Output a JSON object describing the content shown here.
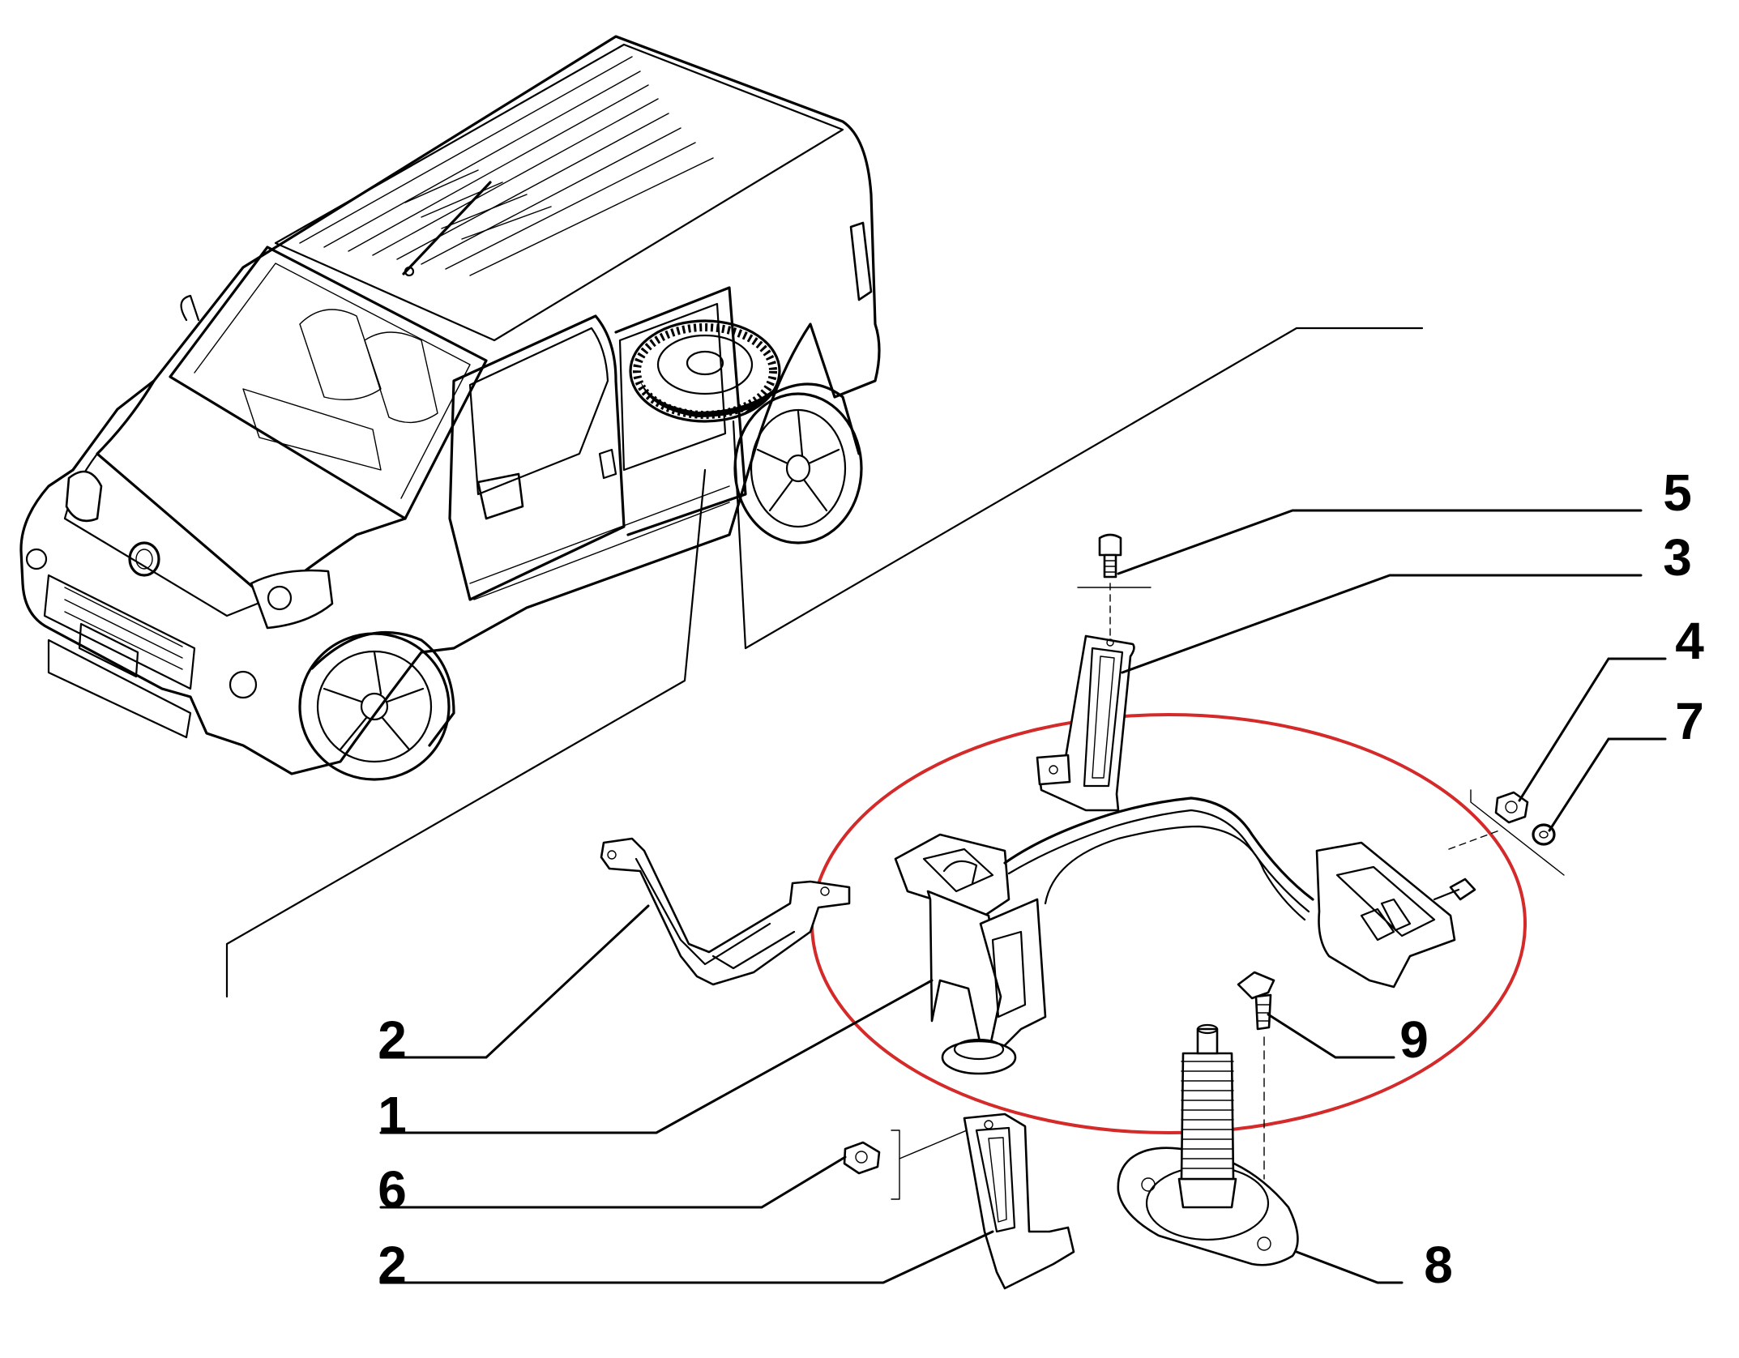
{
  "callouts": [
    {
      "id": "5",
      "label": "5"
    },
    {
      "id": "3",
      "label": "3"
    },
    {
      "id": "4",
      "label": "4"
    },
    {
      "id": "7",
      "label": "7"
    },
    {
      "id": "2a",
      "label": "2"
    },
    {
      "id": "9",
      "label": "9"
    },
    {
      "id": "1",
      "label": "1"
    },
    {
      "id": "6",
      "label": "6"
    },
    {
      "id": "2b",
      "label": "2"
    },
    {
      "id": "8",
      "label": "8"
    }
  ],
  "colors": {
    "highlight_ring": "#d42a2a",
    "line_art": "#000000",
    "background": "#ffffff"
  },
  "icons": {
    "vehicle": "van-illustration-icon",
    "spare_wheel": "spare-wheel-icon",
    "emblem": "brand-emblem-icon"
  }
}
